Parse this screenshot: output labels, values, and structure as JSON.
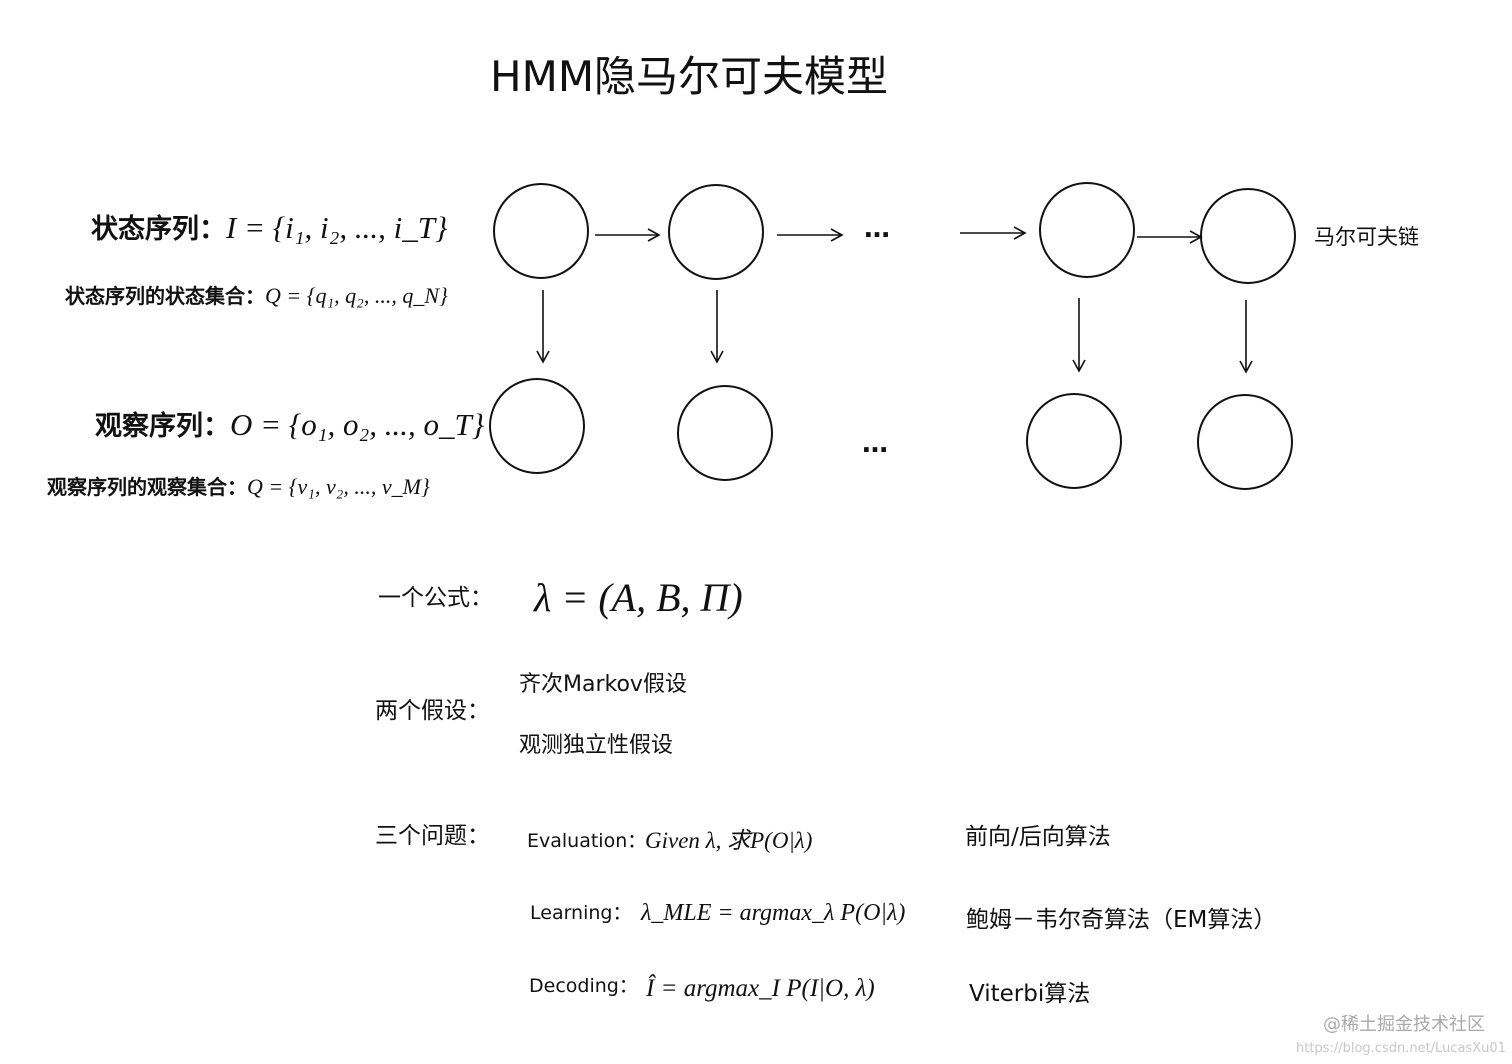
{
  "title": "HMM隐马尔可夫模型",
  "chain_label": "马尔可夫链",
  "state_seq": {
    "label": "状态序列：",
    "formula": "I = {i₁, i₂, ..., i_T}"
  },
  "state_set": {
    "label": "状态序列的状态集合：",
    "formula": "Q = {q₁, q₂, ..., q_N}"
  },
  "obs_seq": {
    "label": "观察序列：",
    "formula": "O = {o₁, o₂, ..., o_T}"
  },
  "obs_set": {
    "label": "观察序列的观察集合：",
    "formula": "Q = {v₁, v₂, ..., v_M}"
  },
  "ellipsis_top": "…",
  "ellipsis_bottom": "…",
  "one_formula": {
    "label": "一个公式：",
    "formula": "λ = (A, B, Π)"
  },
  "two_assumptions": {
    "label": "两个假设：",
    "items": [
      "齐次Markov假设",
      "观测独立性假设"
    ]
  },
  "three_problems": {
    "label": "三个问题：",
    "items": [
      {
        "name": "Evaluation：",
        "formula": "Given λ, 求P(O|λ)",
        "algorithm": "前向/后向算法"
      },
      {
        "name": "Learning：",
        "formula": "λ_MLE = argmax_λ P(O|λ)",
        "algorithm": "鲍姆－韦尔奇算法（EM算法）"
      },
      {
        "name": "Decoding：",
        "formula": "Î = argmax_I P(I|O, λ)",
        "algorithm": "Viterbi算法"
      }
    ]
  },
  "watermark": {
    "brand": "@稀土掘金技术社区",
    "url": "https://blog.csdn.net/LucasXu01"
  }
}
